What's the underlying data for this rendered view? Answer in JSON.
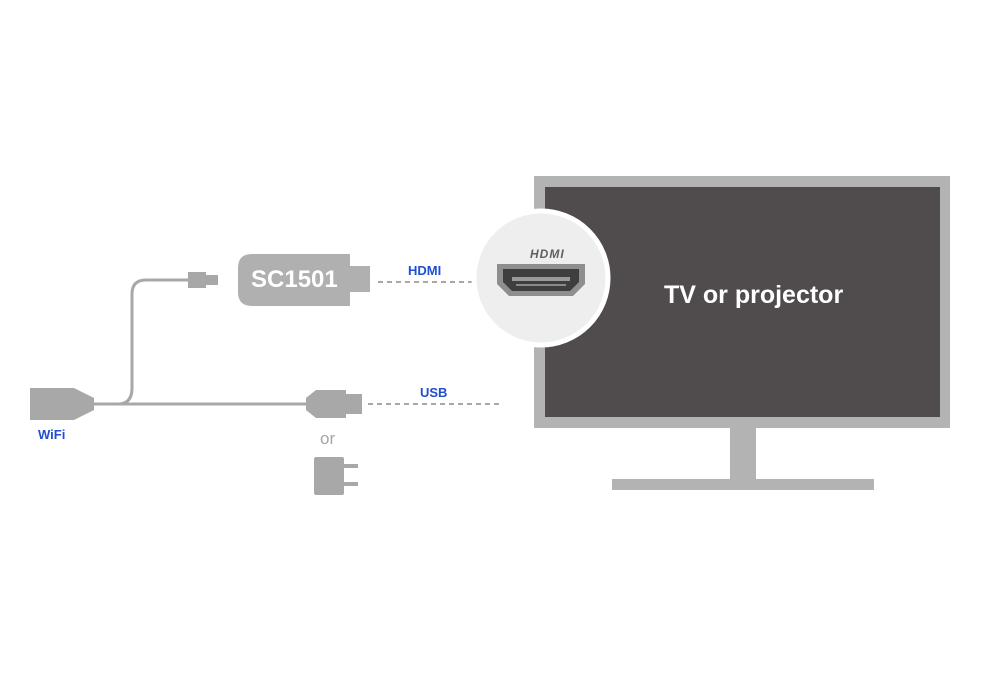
{
  "colors": {
    "accent_blue": "#1f4fd1",
    "device_gray": "#b0b0b0",
    "screen_dark": "#504c4e",
    "frame_gray": "#b3b3b3",
    "cable_gray": "#a8a8a8"
  },
  "icons": [
    "wifi-dongle-icon",
    "usb-plug-icon",
    "power-adapter-icon",
    "hdmi-port-icon",
    "tv-monitor-icon"
  ],
  "device": {
    "name": "SC1501"
  },
  "labels": {
    "hdmi": "HDMI",
    "usb": "USB",
    "wifi": "WiFi",
    "or": "or",
    "hdmi_logo": "HDMI"
  },
  "tv": {
    "caption": "TV or projector"
  }
}
